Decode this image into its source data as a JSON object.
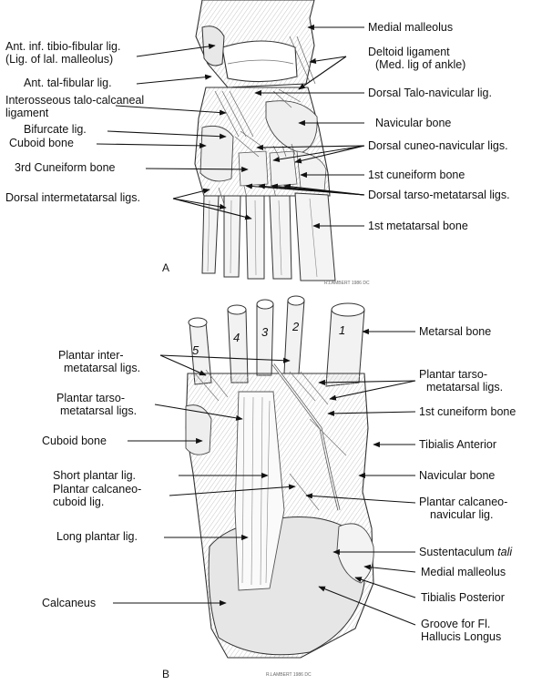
{
  "panels": [
    {
      "id": "A",
      "label": "A",
      "signature": "R.LAMBERT 1986 DC",
      "labels": [
        {
          "key": "medial-malleolus",
          "text": "Medial malleolus"
        },
        {
          "key": "ant-inf-tibiofibular",
          "text": "Ant. inf. tibio-fibular lig."
        },
        {
          "key": "lig-lat-malleolus",
          "text": "(Lig. of lal. malleolus)"
        },
        {
          "key": "deltoid-ligament",
          "text": "Deltoid ligament"
        },
        {
          "key": "med-lig-ankle",
          "text": "(Med. lig of ankle)"
        },
        {
          "key": "ant-tal-fibular",
          "text": "Ant. tal-fibular lig."
        },
        {
          "key": "interosseous-talo-calcaneal",
          "text": "Interosseous talo-calcaneal"
        },
        {
          "key": "ligament",
          "text": "ligament"
        },
        {
          "key": "dorsal-talo-navicular",
          "text": "Dorsal Talo-navicular lig."
        },
        {
          "key": "bifurcate-lig",
          "text": "Bifurcate lig."
        },
        {
          "key": "navicular-bone",
          "text": "Navicular bone"
        },
        {
          "key": "cuboid-bone",
          "text": "Cuboid bone"
        },
        {
          "key": "dorsal-cuneo-navicular",
          "text": "Dorsal cuneo-navicular ligs."
        },
        {
          "key": "third-cuneiform",
          "text": "3rd Cuneiform bone"
        },
        {
          "key": "first-cuneiform",
          "text": "1st cuneiform bone"
        },
        {
          "key": "dorsal-intermetatarsal",
          "text": "Dorsal intermetatarsal ligs."
        },
        {
          "key": "dorsal-tarso-metatarsal",
          "text": "Dorsal tarso-metatarsal ligs."
        },
        {
          "key": "first-metatarsal",
          "text": "1st metatarsal bone"
        }
      ]
    },
    {
      "id": "B",
      "label": "B",
      "signature": "R.LAMBERT 1986 DC",
      "digits": [
        "5",
        "4",
        "3",
        "2",
        "1"
      ],
      "labels": [
        {
          "key": "metarsal-bone",
          "text": "Metarsal bone"
        },
        {
          "key": "plantar-inter-1",
          "text": "Plantar inter-"
        },
        {
          "key": "plantar-inter-2",
          "text": "metatarsal ligs."
        },
        {
          "key": "plantar-tarso-r1",
          "text": "Plantar tarso-"
        },
        {
          "key": "plantar-tarso-r2",
          "text": "metatarsal ligs."
        },
        {
          "key": "plantar-tarso-l1",
          "text": "Plantar tarso-"
        },
        {
          "key": "plantar-tarso-l2",
          "text": "metatarsal ligs."
        },
        {
          "key": "first-cuneiform-b",
          "text": "1st cuneiform bone"
        },
        {
          "key": "cuboid-bone-b",
          "text": "Cuboid bone"
        },
        {
          "key": "tibialis-anterior",
          "text": "Tibialis Anterior"
        },
        {
          "key": "short-plantar",
          "text": "Short plantar lig."
        },
        {
          "key": "navicular-bone-b",
          "text": "Navicular bone"
        },
        {
          "key": "plantar-calcaneo-cuboid-1",
          "text": "Plantar calcaneo-"
        },
        {
          "key": "plantar-calcaneo-cuboid-2",
          "text": "cuboid lig."
        },
        {
          "key": "plantar-calcaneo-navicular-1",
          "text": "Plantar calcaneo-"
        },
        {
          "key": "plantar-calcaneo-navicular-2",
          "text": "navicular lig."
        },
        {
          "key": "long-plantar",
          "text": "Long plantar lig."
        },
        {
          "key": "sustentaculum",
          "text": "Sustentaculum",
          "italic": "tali"
        },
        {
          "key": "medial-malleolus-b",
          "text": "Medial malleolus"
        },
        {
          "key": "tibialis-posterior",
          "text": "Tibialis Posterior"
        },
        {
          "key": "calcaneus",
          "text": "Calcaneus"
        },
        {
          "key": "groove-1",
          "text": "Groove for Fl."
        },
        {
          "key": "groove-2",
          "text": "Hallucis Longus"
        }
      ]
    }
  ]
}
